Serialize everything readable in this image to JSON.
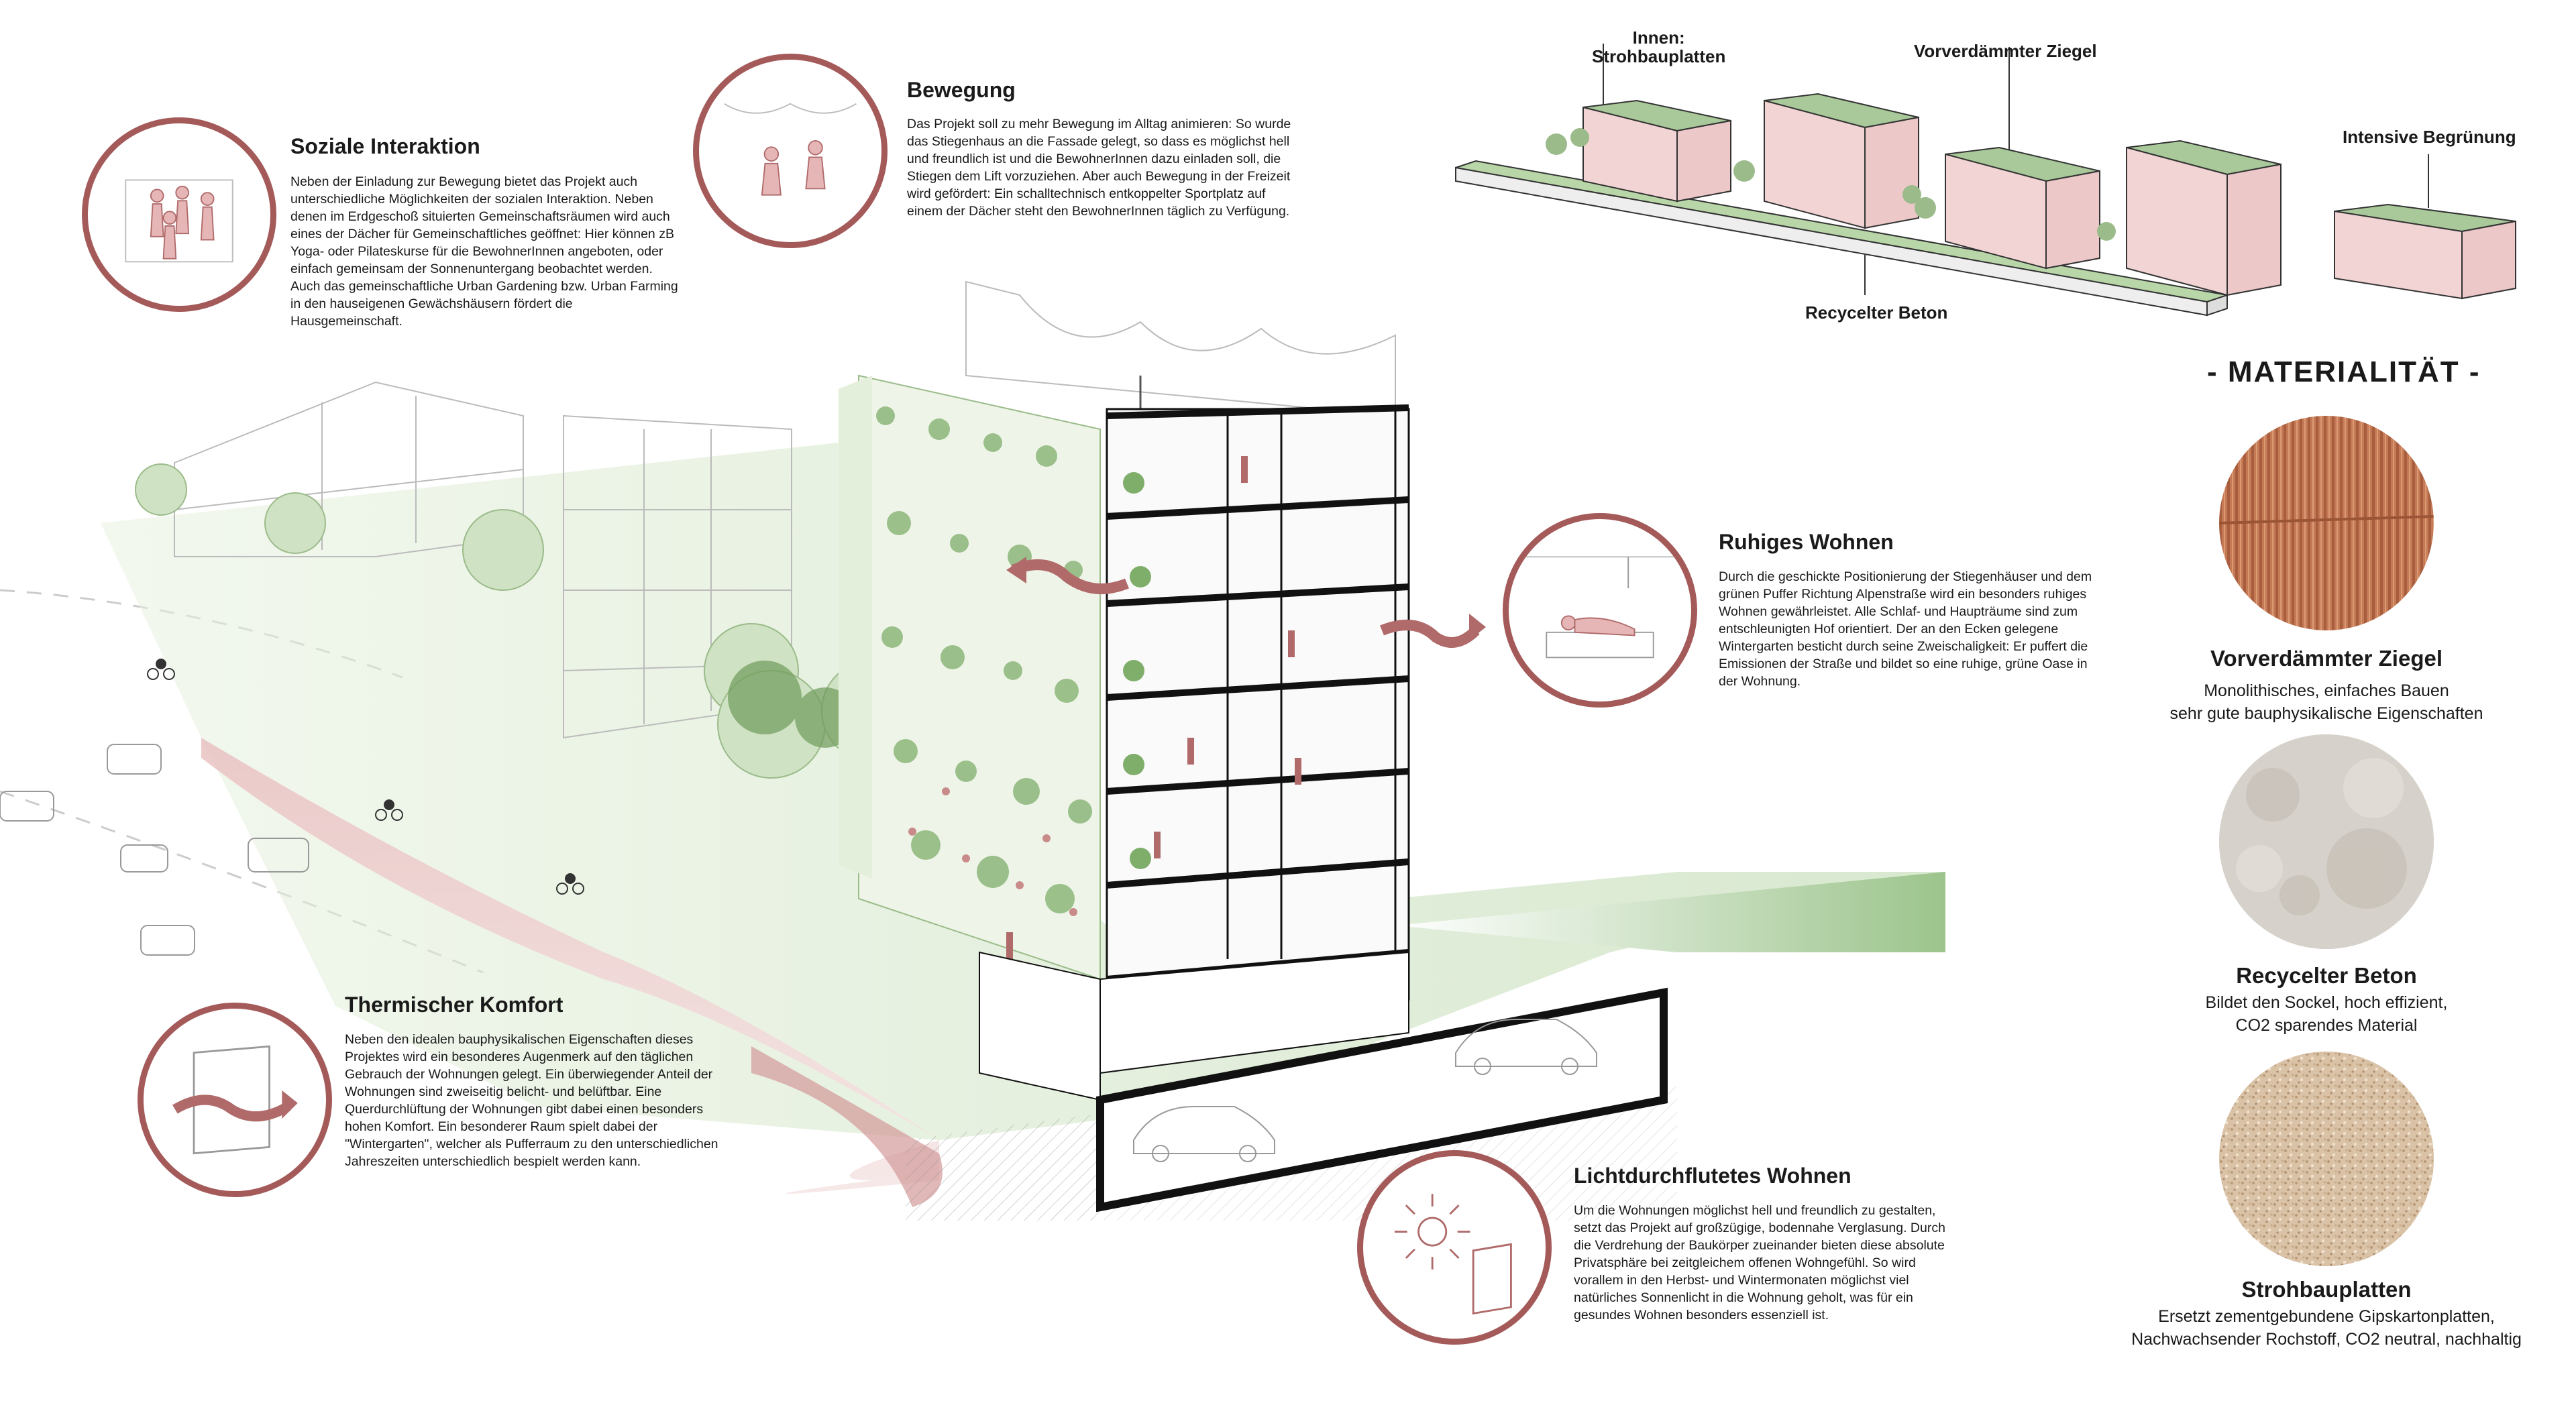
{
  "sections": {
    "soziale": {
      "title": "Soziale Interaktion",
      "body": "Neben der Einladung zur Bewegung bietet das Projekt auch unterschiedliche Möglichkeiten der sozialen Interaktion. Neben denen im Erdgeschoß situierten Gemeinschaftsräumen wird auch eines der Dächer für Gemeinschaftliches geöffnet: Hier können zB Yoga- oder Pilateskurse für die BewohnerInnen angeboten, oder einfach gemeinsam der Sonnenuntergang beobachtet werden. Auch das gemeinschaftliche Urban Gardening bzw. Urban Farming in den hauseigenen Gewächshäusern fördert die Hausgemeinschaft."
    },
    "bewegung": {
      "title": "Bewegung",
      "body": "Das Projekt soll zu mehr Bewegung im Alltag animieren: So wurde das Stiegenhaus an die Fassade gelegt, so dass es möglichst hell und freundlich ist und die BewohnerInnen dazu einladen soll, die Stiegen dem Lift vorzuziehen. Aber auch Bewegung in der Freizeit wird gefördert: Ein schalltechnisch entkoppelter Sportplatz auf einem der Dächer steht den BewohnerInnen täglich zu Verfügung."
    },
    "ruhiges": {
      "title": "Ruhiges Wohnen",
      "body": "Durch die geschickte Positionierung der Stiegenhäuser und dem grünen Puffer Richtung Alpenstraße wird ein besonders ruhiges Wohnen gewährleistet. Alle Schlaf- und Haupträume sind zum entschleunigten Hof orientiert. Der an den Ecken gelegene Wintergarten besticht durch seine Zweischaligkeit: Er puffert die Emissionen der Straße und bildet so eine ruhige, grüne Oase in der Wohnung."
    },
    "thermisch": {
      "title": "Thermischer Komfort",
      "body": "Neben den idealen bauphysikalischen Eigenschaften dieses Projektes wird ein besonderes Augenmerk auf den täglichen Gebrauch der Wohnungen gelegt. Ein überwiegender Anteil der Wohnungen sind zweiseitig belicht- und belüftbar. Eine Querdurchlüftung der Wohnungen gibt dabei einen besonders hohen Komfort. Ein besonderer Raum spielt dabei der \"Wintergarten\", welcher als Pufferraum zu den unterschiedlichen Jahreszeiten unterschiedlich bespielt werden kann."
    },
    "licht": {
      "title": "Lichtdurchflutetes Wohnen",
      "body": "Um die Wohnungen möglichst hell und freundlich zu gestalten, setzt das Projekt auf großzügige, bodennahe Verglasung. Durch die Verdrehung der Baukörper zueinander bieten diese absolute Privatsphäre bei zeitgleichem offenen Wohngefühl. So wird vorallem in den Herbst- und Wintermonaten möglichst viel natürliches Sonnenlicht in die Wohnung geholt, was für ein gesundes Wohnen besonders essenziell ist."
    }
  },
  "diagram": {
    "label_innen": "Innen:",
    "label_stroh": "Strohbauplatten",
    "label_ziegel": "Vorverdämmter Ziegel",
    "label_begruenung": "Intensive Begrünung",
    "label_beton": "Recycelter Beton"
  },
  "materialitaet": {
    "heading": "- MATERIALITÄT -",
    "items": [
      {
        "title": "Vorverdämmter Ziegel",
        "line1": "Monolithisches, einfaches Bauen",
        "line2": "sehr gute bauphysikalische Eigenschaften"
      },
      {
        "title": "Recycelter Beton",
        "line1": "Bildet den Sockel, hoch effizient,",
        "line2": "CO2 sparendes Material"
      },
      {
        "title": "Strohbauplatten",
        "line1": "Ersetzt zementgebundene Gipskartonplatten,",
        "line2": "Nachwachsender Rochstoff, CO2 neutral, nachhaltig"
      }
    ]
  },
  "colors": {
    "accent": "#a55a5a",
    "green": "#a9c99a",
    "pink": "#f0d0d0"
  }
}
